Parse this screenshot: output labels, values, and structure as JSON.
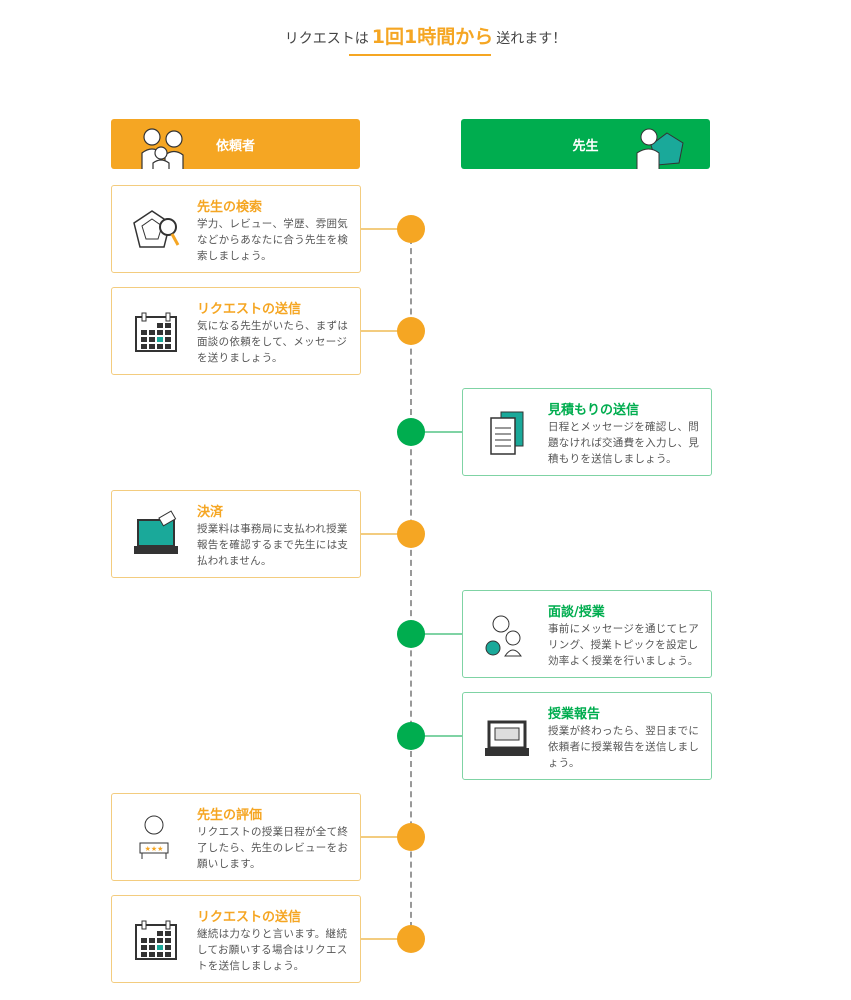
{
  "headline": {
    "pre": "リクエストは",
    "highlight": "1回1時間から",
    "post": "送れます！"
  },
  "columns": {
    "client": "依頼者",
    "teacher": "先生"
  },
  "colors": {
    "client": "#f5a623",
    "teacher": "#00ad4f"
  },
  "steps": [
    {
      "side": "client",
      "icon": "radar-search-icon",
      "title": "先生の検索",
      "desc": "学力、レビュー、学歴、雰囲気などからあなたに合う先生を検索しましょう。"
    },
    {
      "side": "client",
      "icon": "calendar-icon",
      "title": "リクエストの送信",
      "desc": "気になる先生がいたら、まずは面談の依頼をして、メッセージを送りましょう。"
    },
    {
      "side": "teacher",
      "icon": "document-icon",
      "title": "見積もりの送信",
      "desc": "日程とメッセージを確認し、問題なければ交通費を入力し、見積もりを送信しましょう。"
    },
    {
      "side": "client",
      "icon": "laptop-card-icon",
      "title": "決済",
      "desc": "授業料は事務局に支払われ授業報告を確認するまで先生には支払われません。"
    },
    {
      "side": "teacher",
      "icon": "interview-icon",
      "title": "面談/授業",
      "desc": "事前にメッセージを通じてヒアリング、授業トピックを設定し効率よく授業を行いましょう。"
    },
    {
      "side": "teacher",
      "icon": "laptop-report-icon",
      "title": "授業報告",
      "desc": "授業が終わったら、翌日までに依頼者に授業報告を送信しましょう。"
    },
    {
      "side": "client",
      "icon": "rating-icon",
      "title": "先生の評価",
      "desc": "リクエストの授業日程が全て終了したら、先生のレビューをお願いします。"
    },
    {
      "side": "client",
      "icon": "calendar-icon",
      "title": "リクエストの送信",
      "desc": "継続は力なりと言います。継続してお願いする場合はリクエストを送信しましょう。"
    }
  ]
}
